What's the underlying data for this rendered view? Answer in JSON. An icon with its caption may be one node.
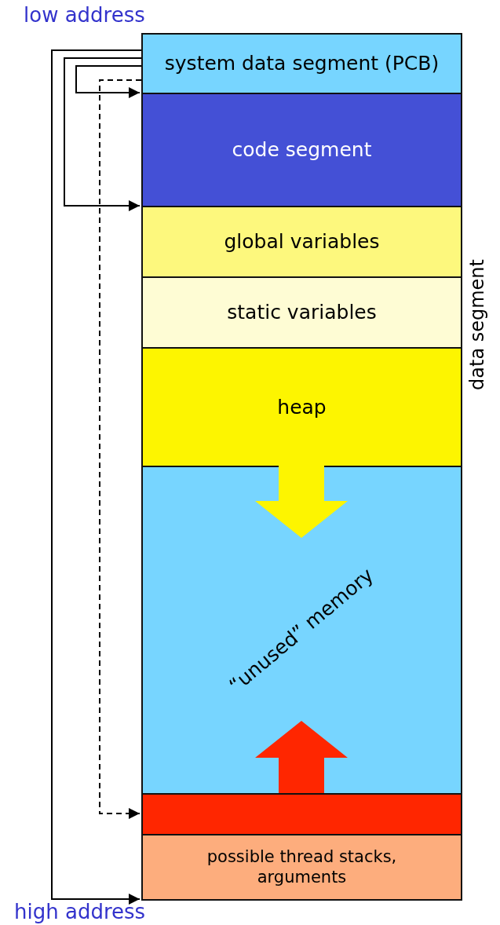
{
  "diagram": {
    "nodes": [
      {
        "text": [
          "system data segment (PCB)"
        ]
      },
      {
        "text": [
          "code segment"
        ]
      },
      {
        "text": [
          "global variables"
        ]
      },
      {
        "text": [
          "static variables"
        ]
      },
      {
        "text": [
          "heap"
        ]
      },
      {
        "text": [
          "“unused” memory"
        ]
      },
      {
        "text": [],
        "shape": "bar"
      },
      {
        "text": [
          "possible thread stacks, arguments"
        ]
      }
    ],
    "edges": [
      {
        "from": 0,
        "to": 1,
        "arrow": "to"
      },
      {
        "from": 0,
        "to": 2,
        "arrow": "to"
      },
      {
        "from": 0,
        "to": 6,
        "arrow": "to",
        "style": "dashed"
      },
      {
        "from": 0,
        "to": 7,
        "arrow": "to"
      },
      {
        "from": 4,
        "to": 5,
        "arrow": "to",
        "style": "thick",
        "color": "#fdf500"
      },
      {
        "from": 6,
        "to": 5,
        "arrow": "to",
        "style": "thick",
        "color": "#ff2600"
      }
    ],
    "labels": [
      "low address",
      "data segment",
      "high address"
    ]
  }
}
